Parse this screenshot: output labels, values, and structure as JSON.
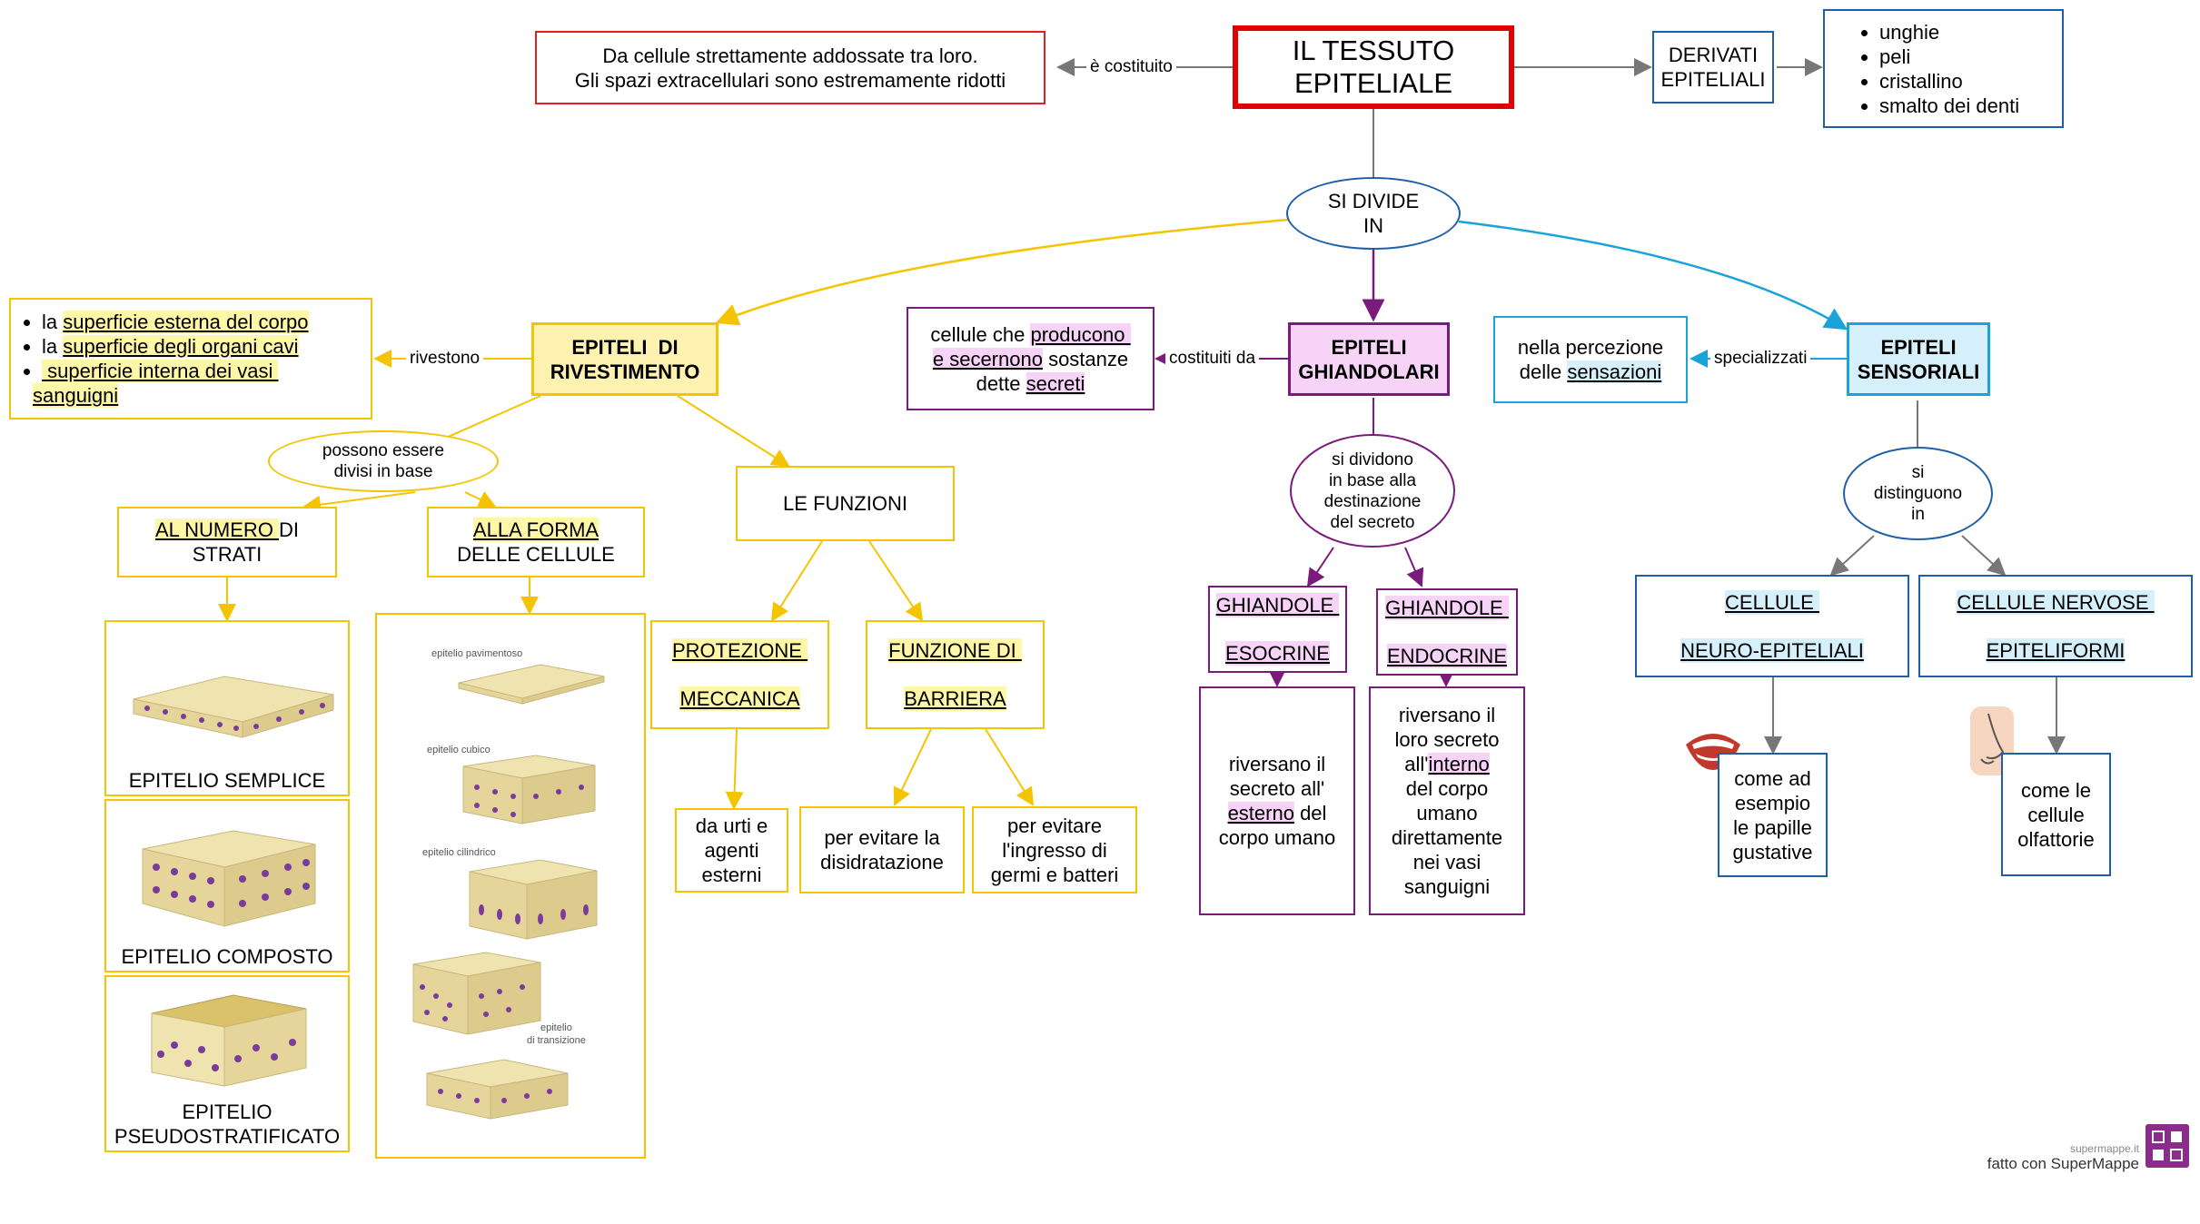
{
  "title": {
    "line1": "IL TESSUTO",
    "line2": "EPITELIALE"
  },
  "costituito": {
    "label": "è costituito",
    "line1": "Da cellule strettamente addossate tra loro.",
    "line2": "Gli spazi extracellulari sono estremamente ridotti"
  },
  "derivati": {
    "line1": "DERIVATI",
    "line2": "EPITELIALI",
    "items": [
      "unghie",
      "peli",
      "cristallino",
      "smalto dei denti"
    ]
  },
  "divide": {
    "line1": "SI DIVIDE",
    "line2": "IN"
  },
  "rivestimento": {
    "title_line1": "EPITELI  DI",
    "title_line2": "RIVESTIMENTO",
    "rivestono_label": "rivestono",
    "list": {
      "i1_pre": "la ",
      "i1_hl": "superficie esterna del corpo",
      "i2_pre": "la ",
      "i2_hl": "superficie degli organi cavi",
      "i3_hl1": " superficie interna dei vasi ",
      "i3_hl2": "sanguigni"
    },
    "possono": {
      "line1": "possono essere",
      "line2": "divisi in base"
    },
    "numero": {
      "hl": "AL NUMERO ",
      "rest": "DI",
      "line2": "STRATI"
    },
    "forma": {
      "hl": "ALLA FORMA",
      "line2": "DELLE CELLULE"
    },
    "semplice": "EPITELIO SEMPLICE",
    "composto": "EPITELIO COMPOSTO",
    "pseudo": {
      "line1": "EPITELIO",
      "line2": "PSEUDOSTRATIFICATO"
    },
    "forme": {
      "pavimentoso": "epitelio pavimentoso",
      "cubico": "epitelio cubico",
      "cilindrico": "epitelio cilindrico",
      "transizione1": "epitelio",
      "transizione2": "di transizione"
    },
    "funzioni": "LE FUNZIONI",
    "protezione": {
      "line1": "PROTEZIONE ",
      "line2": "MECCANICA"
    },
    "barriera": {
      "line1": "FUNZIONE DI ",
      "line2": "BARRIERA"
    },
    "urti": {
      "line1": "da urti e",
      "line2": "agenti",
      "line3": "esterni"
    },
    "disidratazione": {
      "line1": "per evitare la",
      "line2": "disidratazione"
    },
    "germi": {
      "line1": "per evitare",
      "line2": "l'ingresso di",
      "line3": "germi e batteri"
    }
  },
  "ghiandolari": {
    "title_line1": "EPITELI",
    "title_line2": "GHIANDOLARI",
    "costituiti_label": "costituiti da",
    "cellule": {
      "pre": "cellule che ",
      "hl1": "producono ",
      "hl2": "e secernono",
      "mid": " sostanze",
      "line3_pre": "dette ",
      "line3_hl": "secreti"
    },
    "dividono": {
      "line1": "si dividono",
      "line2": "in base alla",
      "line3": "destinazione",
      "line4": "del secreto"
    },
    "esocrine": {
      "line1": "GHIANDOLE ",
      "line2": "ESOCRINE"
    },
    "endocrine": {
      "line1": "GHIANDOLE ",
      "line2": "ENDOCRINE"
    },
    "eso_desc": {
      "line1": "riversano il",
      "line2": "secreto all'",
      "line3_hl": "esterno",
      "line3_rest": " del",
      "line4": "corpo umano"
    },
    "endo_desc": {
      "line1": "riversano il",
      "line2": "loro secreto",
      "line3_pre": "all'",
      "line3_hl": "interno",
      "line4": "del corpo",
      "line5": "umano",
      "line6": "direttamente",
      "line7": "nei vasi",
      "line8": "sanguigni"
    }
  },
  "sensoriali": {
    "title_line1": "EPITELI",
    "title_line2": "SENSORIALI",
    "specializzati_label": "specializzati",
    "percezione": {
      "line1": "nella percezione",
      "line2_pre": "delle ",
      "line2_hl": "sensazioni"
    },
    "distinguono": {
      "line1": "si",
      "line2": "distinguono",
      "line3": "in"
    },
    "neuro": {
      "line1": "CELLULE ",
      "line2": "NEURO-EPITELIALI"
    },
    "nervose": {
      "line1": "CELLULE NERVOSE ",
      "line2": "EPITELIFORMI"
    },
    "papille": {
      "line1": "come ad",
      "line2": "esempio",
      "line3": "le papille",
      "line4": "gustative"
    },
    "olfattorie": {
      "line1": "come le",
      "line2": "cellule",
      "line3": "olfattorie"
    }
  },
  "footer": {
    "site": "supermappe.it",
    "made": "fatto con SuperMappe"
  },
  "colors": {
    "red": "#e00000",
    "blue": "#1f5fa8",
    "yellow": "#f5c400",
    "purple": "#7a1a7a",
    "cyan": "#1aa3d9",
    "gray": "#777777"
  }
}
